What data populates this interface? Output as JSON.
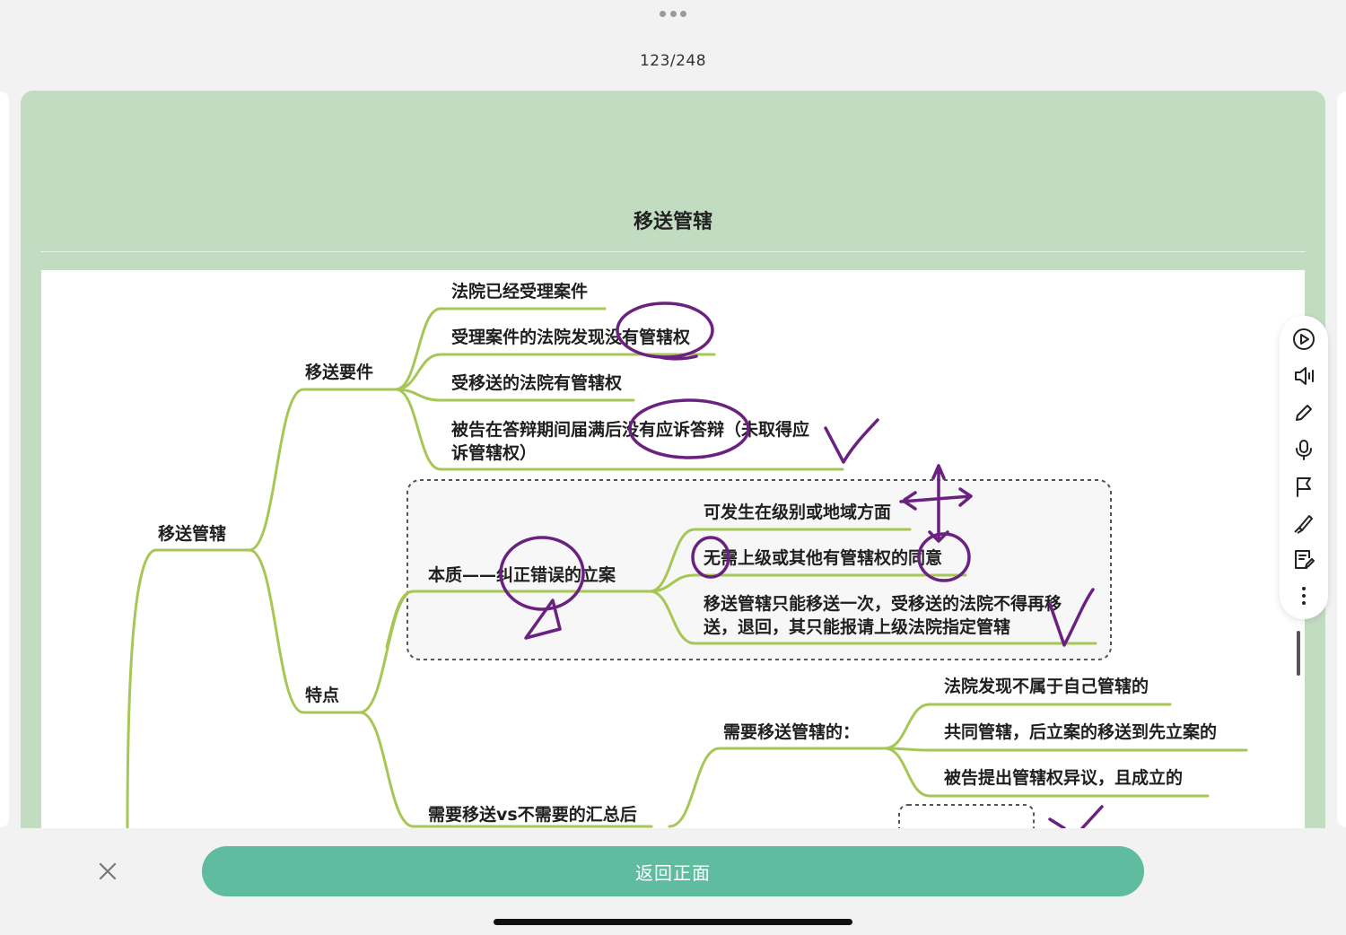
{
  "header": {
    "counter": "123/248"
  },
  "card": {
    "title": "移送管辖"
  },
  "mindmap": {
    "root": "移送管辖",
    "branch1": {
      "label": "移送要件",
      "items": [
        "法院已经受理案件",
        "受理案件的法院发现没有管辖权",
        "受移送的法院有管辖权",
        "被告在答辩期间届满后没有应诉答辩（未取得应",
        "诉管辖权）"
      ]
    },
    "branch2": {
      "label": "特点",
      "essence": {
        "label": "本质——纠正错误的立案",
        "items": [
          "可发生在级别或地域方面",
          "无需上级或其他有管辖权的同意",
          "移送管辖只能移送一次，受移送的法院不得再移",
          "送，退回，其只能报请上级法院指定管辖"
        ]
      },
      "summary": {
        "label": "需要移送vs不需要的汇总后",
        "need": {
          "label": "需要移送管辖的：",
          "items": [
            "法院发现不属于自己管辖的",
            "共同管辖，后立案的移送到先立案的",
            "被告提出管辖权异议，且成立的"
          ]
        }
      }
    }
  },
  "colors": {
    "branch": "#a6c656",
    "annotation": "#6a2180",
    "accent": "#5fbc9f",
    "card": "#c2dcc2"
  },
  "toolbar": {
    "icons": [
      "play-icon",
      "speaker-icon",
      "pencil-icon",
      "microphone-icon",
      "flag-icon",
      "highlighter-icon",
      "edit-note-icon",
      "more-vertical-icon"
    ]
  },
  "footer": {
    "back_label": "返回正面",
    "close_icon": "close-icon"
  }
}
